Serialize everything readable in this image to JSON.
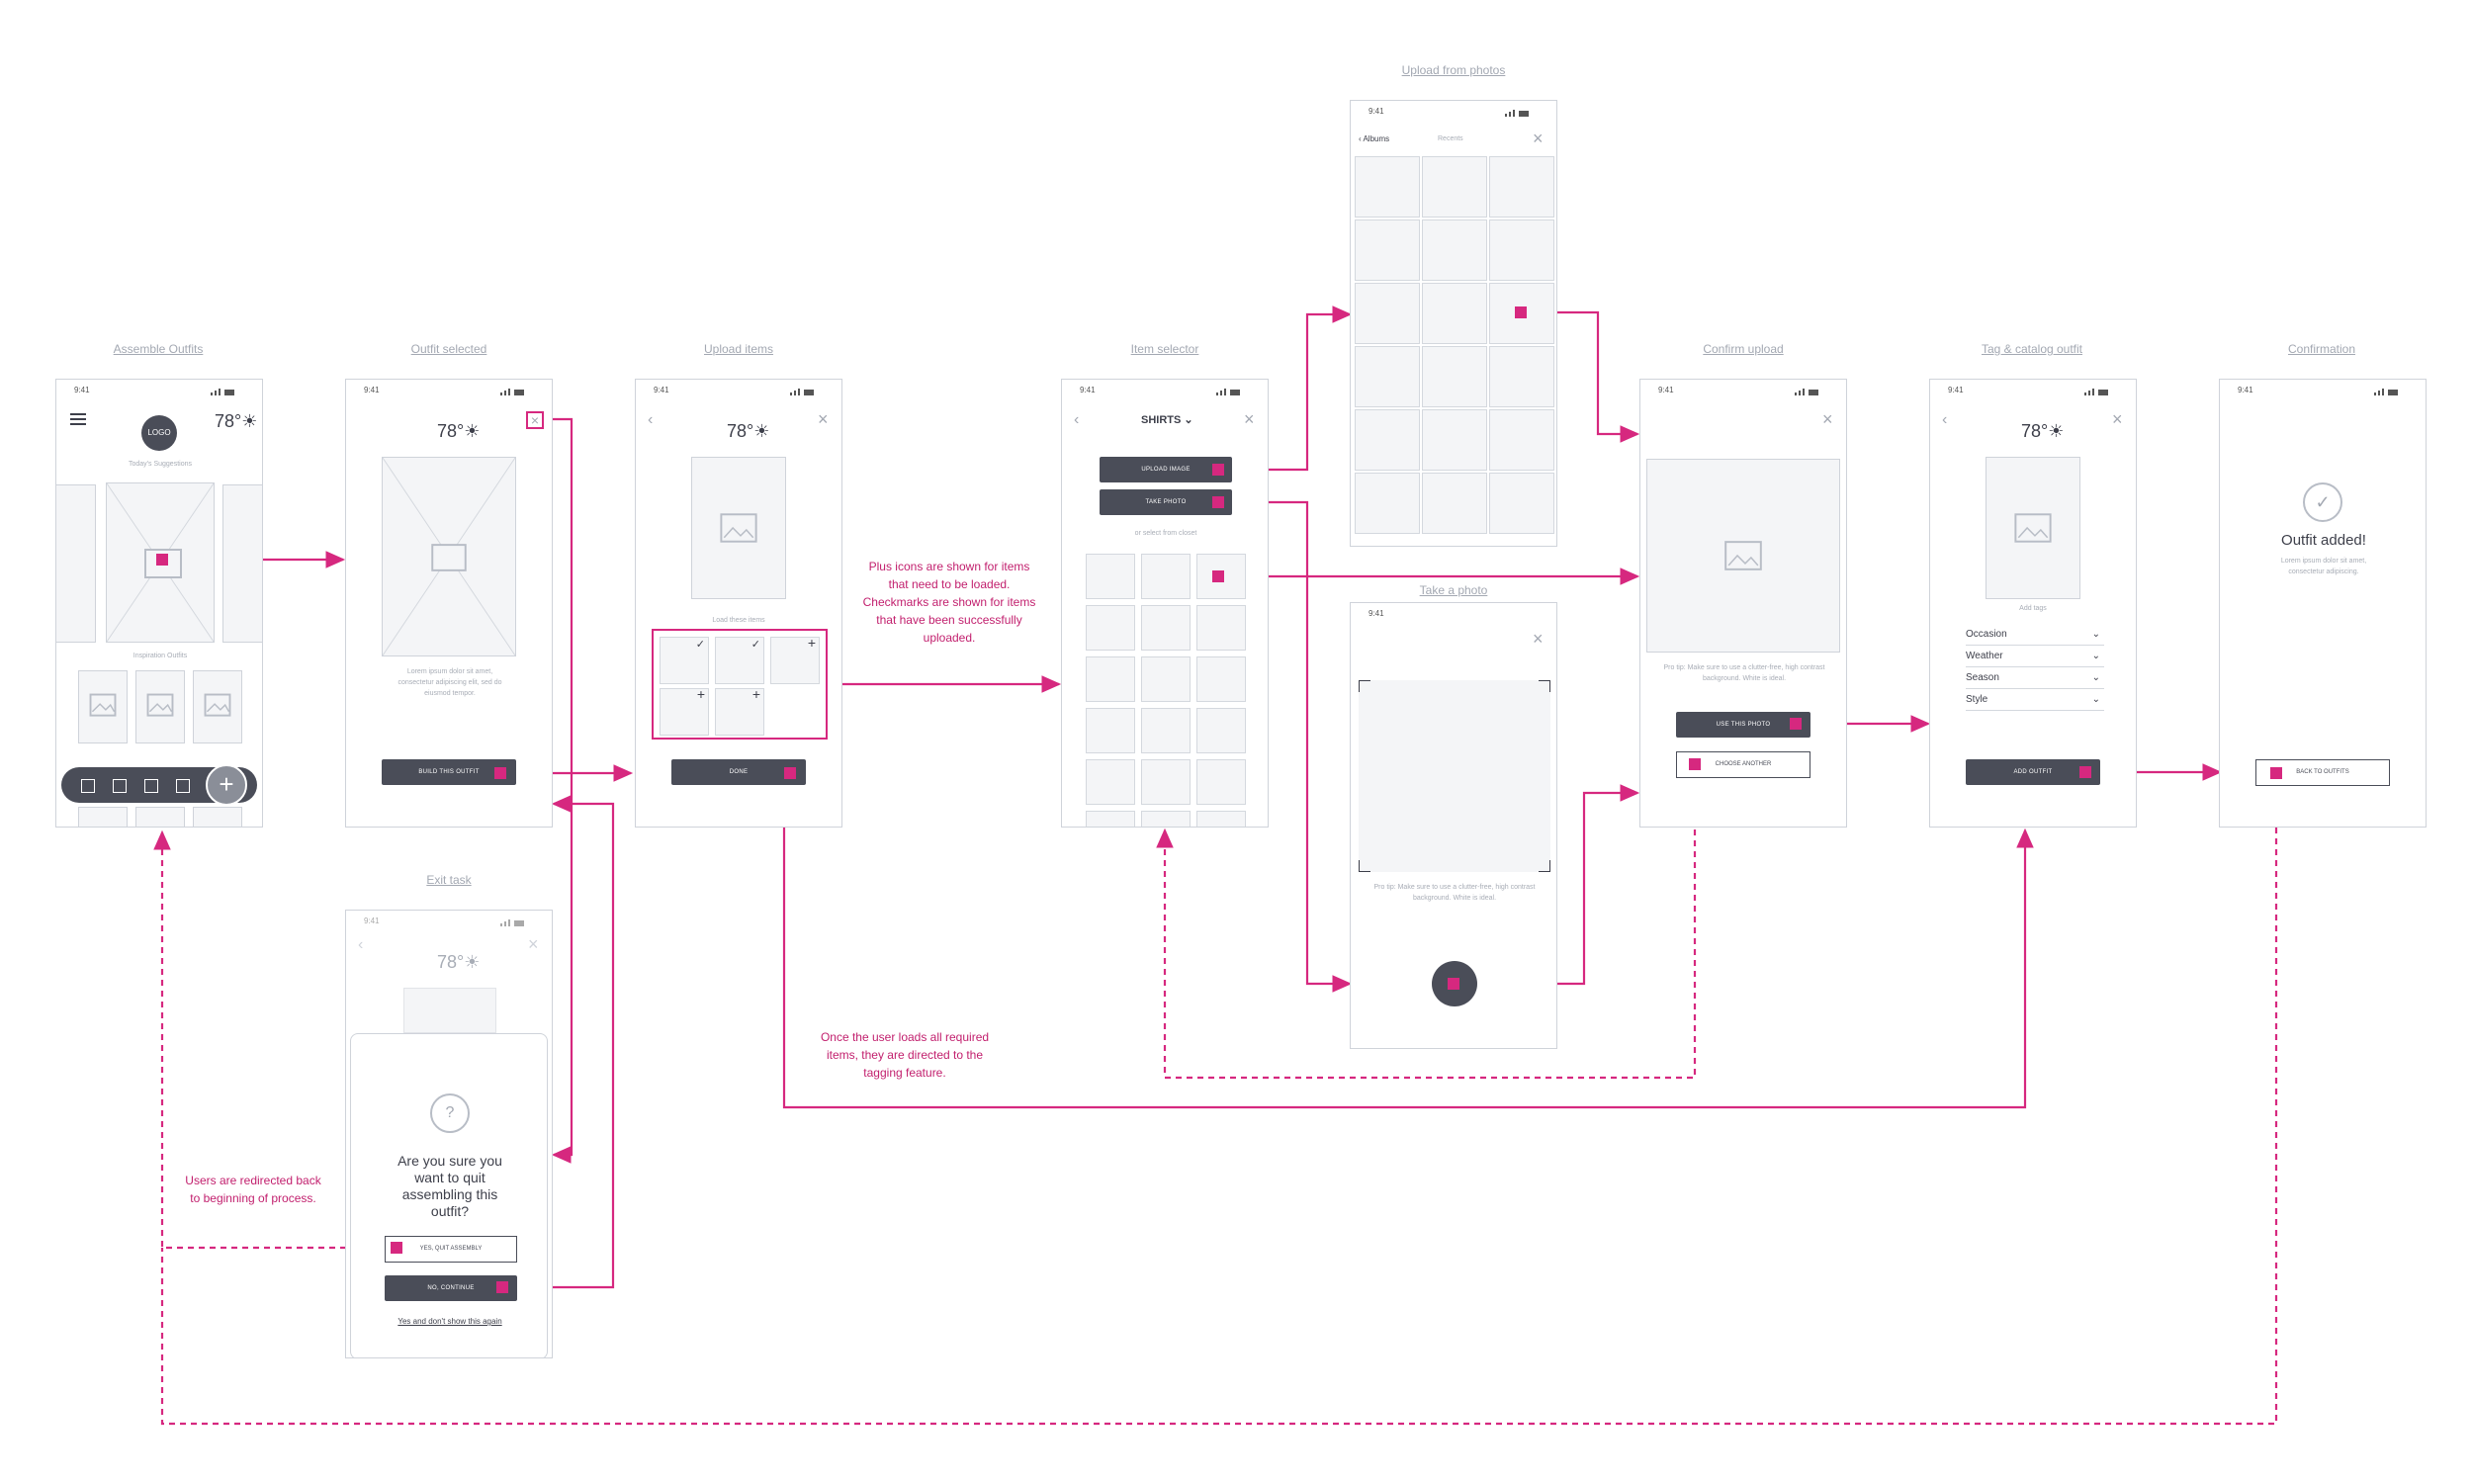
{
  "screens": {
    "assemble": {
      "title": "Assemble Outfits",
      "time": "9:41",
      "logo": "LOGO",
      "temp": "78°",
      "suggestions_label": "Today's Suggestions",
      "inspiration_label": "Inspiration Outfits"
    },
    "selected": {
      "title": "Outfit selected",
      "time": "9:41",
      "temp": "78°",
      "caption": "Lorem ipsum dolor sit amet, consectetur adipiscing elit, sed do eiusmod tempor.",
      "button": "BUILD THIS OUTFIT"
    },
    "upload_items": {
      "title": "Upload items",
      "time": "9:41",
      "temp": "78°",
      "caption": "Load these items",
      "button": "DONE"
    },
    "item_selector": {
      "title": "Item selector",
      "time": "9:41",
      "category": "SHIRTS",
      "upload_button": "UPLOAD IMAGE",
      "photo_button": "TAKE PHOTO",
      "or_label": "or select from closet"
    },
    "upload_photos": {
      "title": "Upload from photos",
      "time": "9:41",
      "back_label": "Albums",
      "tab_label": "Recents"
    },
    "take_photo": {
      "title": "Take a photo",
      "time": "9:41",
      "tip": "Pro tip: Make sure to use a clutter-free, high contrast background. White is ideal."
    },
    "confirm": {
      "title": "Confirm upload",
      "time": "9:41",
      "tip": "Pro tip: Make sure to use a clutter-free, high contrast background. White is ideal.",
      "use_button": "USE THIS PHOTO",
      "choose_button": "CHOOSE ANOTHER"
    },
    "tag": {
      "title": "Tag & catalog outfit",
      "time": "9:41",
      "temp": "78°",
      "add_tags": "Add tags",
      "fields": [
        "Occasion",
        "Weather",
        "Season",
        "Style"
      ],
      "button": "ADD OUTFIT"
    },
    "confirmation": {
      "title": "Confirmation",
      "time": "9:41",
      "heading": "Outfit added!",
      "body": "Lorem ipsum dolor sit amet, consectetur adipiscing.",
      "button": "BACK TO OUTFITS"
    },
    "exit": {
      "title": "Exit task",
      "time": "9:41",
      "temp": "78°",
      "question": "Are you sure you want to quit assembling this outfit?",
      "yes_button": "YES, QUIT ASSEMBLY",
      "no_button": "NO, CONTINUE",
      "link": "Yes and don't show this again"
    }
  },
  "notes": {
    "plus_icons": "Plus icons are shown for items that need to be loaded. Checkmarks are shown for items that have been successfully uploaded.",
    "once_loaded": "Once the user loads all required items, they are directed to the tagging feature.",
    "redirected": "Users are redirected back to beginning of process."
  },
  "colors": {
    "accent": "#d6287f",
    "button": "#4a4d58",
    "wire": "#cfd3da"
  }
}
